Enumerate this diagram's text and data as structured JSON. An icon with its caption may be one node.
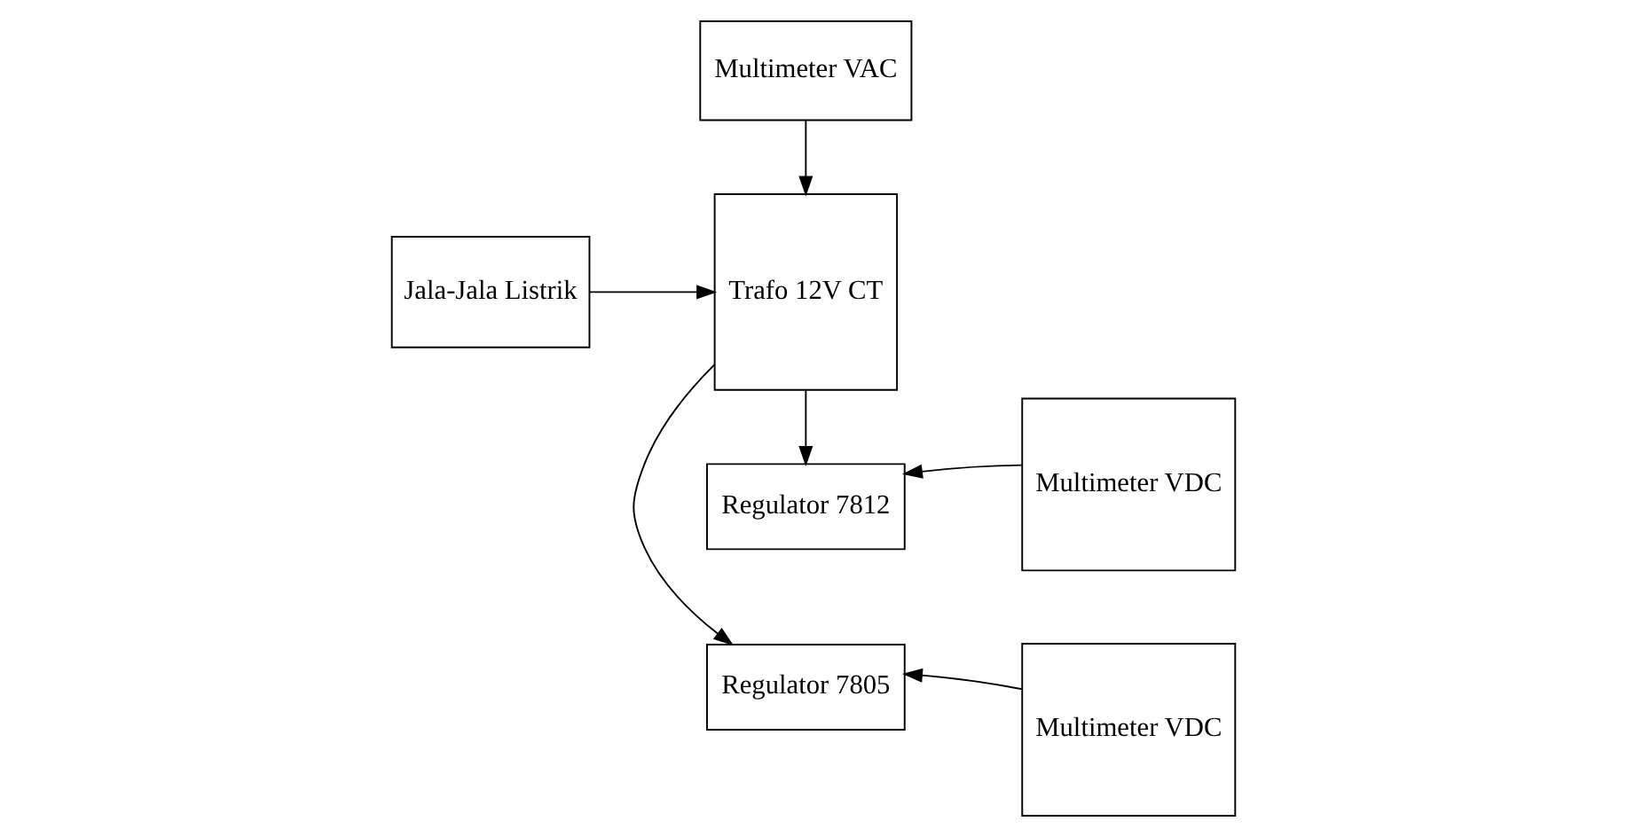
{
  "diagram": {
    "nodes": [
      {
        "text": [
          "Multimeter VAC"
        ]
      },
      {
        "text": [
          "Jala-Jala Listrik"
        ]
      },
      {
        "text": [
          "Trafo 12V CT"
        ]
      },
      {
        "text": [
          "Regulator 7805"
        ]
      },
      {
        "text": [
          "Regulator 7812"
        ]
      },
      {
        "text": [
          "Multimeter VDC"
        ]
      },
      {
        "text": [
          "Multimeter VDC"
        ]
      }
    ],
    "edges": [
      {
        "from": 0,
        "to": 2,
        "arrow": "to"
      },
      {
        "from": 1,
        "to": 2,
        "arrow": "to"
      },
      {
        "from": 2,
        "to": 3,
        "arrow": "to"
      },
      {
        "from": 2,
        "to": 4,
        "arrow": "to"
      },
      {
        "from": 5,
        "to": 3,
        "arrow": "to"
      },
      {
        "from": 6,
        "to": 4,
        "arrow": "to"
      }
    ]
  }
}
